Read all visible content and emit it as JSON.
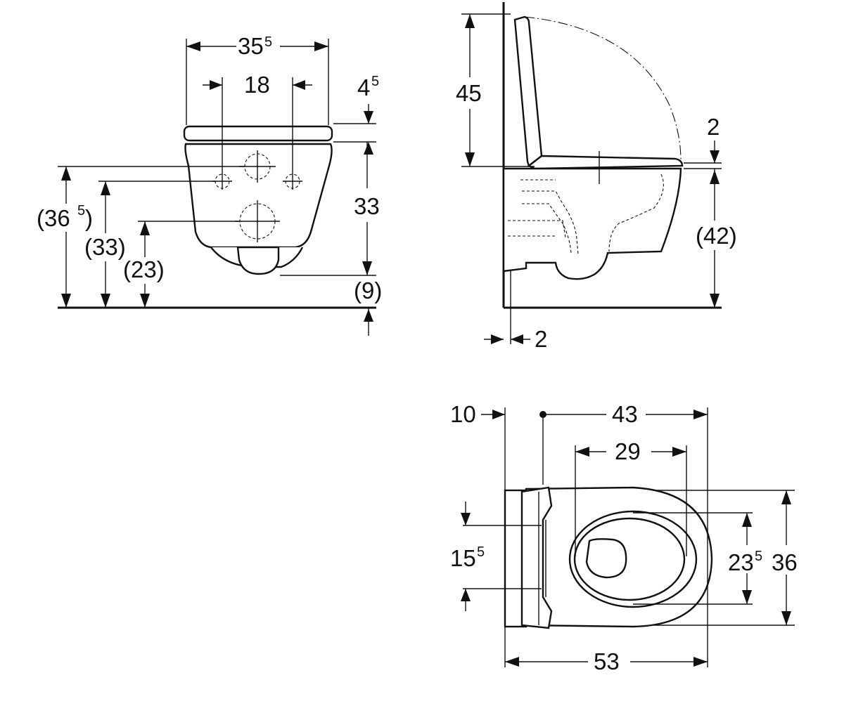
{
  "front_view": {
    "width_total": {
      "main": "35",
      "sup": "5"
    },
    "fixing_spacing": "18",
    "seat_thickness": {
      "main": "4",
      "sup": "5"
    },
    "bowl_height": "33",
    "rim_height_total": {
      "main": "(36",
      "sup": "5",
      "tail": ")"
    },
    "upper_fixing_height": "(33)",
    "lower_fixing_height": "(23)",
    "floor_gap": "(9)"
  },
  "side_view": {
    "lid_height": "45",
    "seat_gap": "2",
    "rim_height": "(42)",
    "wall_offset": "2"
  },
  "top_view": {
    "wall_clearance": "10",
    "depth_to_fixing": "43",
    "opening_length": "29",
    "fixing_spacing": {
      "main": "15",
      "sup": "5"
    },
    "opening_width": {
      "main": "23",
      "sup": "5"
    },
    "total_width": "36",
    "total_depth": "53"
  },
  "colors": {
    "line": "#111111",
    "background": "#ffffff"
  }
}
